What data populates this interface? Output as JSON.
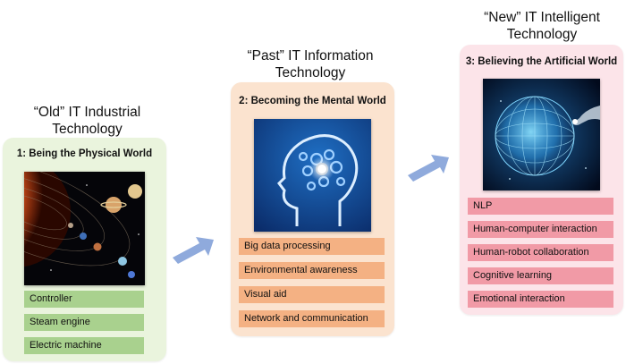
{
  "eras": [
    {
      "title_line1": "“Old” IT Industrial",
      "title_line2": "Technology",
      "panel_title": "1: Being the Physical World",
      "items": [
        "Controller",
        "Steam engine",
        "Electric machine"
      ],
      "panel_color": "#eaf4dd",
      "item_color": "#a9d18e",
      "image_icon": "solar-system-icon"
    },
    {
      "title_line1": "“Past” IT Information",
      "title_line2": "Technology",
      "panel_title": "2: Becoming the Mental World",
      "items": [
        "Big data processing",
        "Environmental awareness",
        "Visual aid",
        "Network and communication"
      ],
      "panel_color": "#fbe3cf",
      "item_color": "#f4b183",
      "image_icon": "brain-gears-icon"
    },
    {
      "title_line1": "“New” IT Intelligent",
      "title_line2": "Technology",
      "panel_title": "3: Believing the Artificial World",
      "items": [
        "NLP",
        "Human-computer interaction",
        "Human-robot collaboration",
        "Cognitive learning",
        "Emotional interaction"
      ],
      "panel_color": "#fce4e9",
      "item_color": "#f19aa6",
      "image_icon": "digital-globe-icon"
    }
  ],
  "arrow_color": "#8faadc"
}
